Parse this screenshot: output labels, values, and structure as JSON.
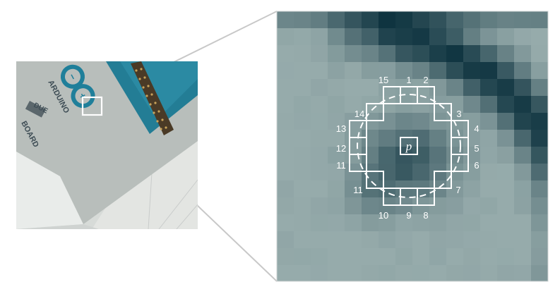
{
  "photo": {
    "board_brand": "ARDUINO",
    "board_model": "DUE",
    "board_word": "BOARD",
    "logo_minus": "−",
    "logo_plus": "+"
  },
  "zoom": {
    "center_label": "p",
    "neighbors": [
      "1",
      "2",
      "3",
      "4",
      "5",
      "6",
      "7",
      "8",
      "9",
      "10",
      "11",
      "11",
      "12",
      "13",
      "14",
      "15"
    ]
  },
  "colors": {
    "connector": "#c8c8c8",
    "markup": "#ffffff",
    "board_blue": "#1f7f9a",
    "pixel_dark": "#0f3440",
    "pixel_light": "#8fa8a8"
  }
}
